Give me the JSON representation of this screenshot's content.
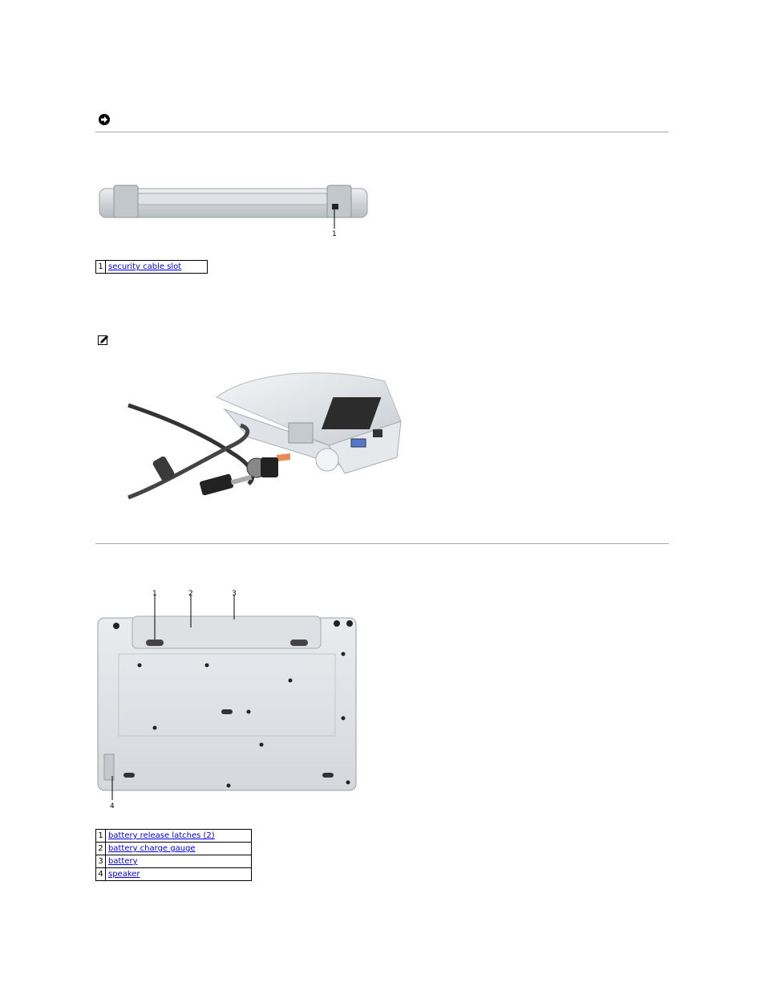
{
  "back_view": {
    "callouts": [
      "1"
    ],
    "table": [
      {
        "num": "1",
        "label": "security cable slot"
      }
    ]
  },
  "bottom_view": {
    "callouts": [
      "1",
      "2",
      "3",
      "4"
    ],
    "table": [
      {
        "num": "1",
        "label": "battery release latches (2)"
      },
      {
        "num": "2",
        "label": "battery charge gauge"
      },
      {
        "num": "3",
        "label": "battery"
      },
      {
        "num": "4",
        "label": "speaker"
      }
    ]
  }
}
